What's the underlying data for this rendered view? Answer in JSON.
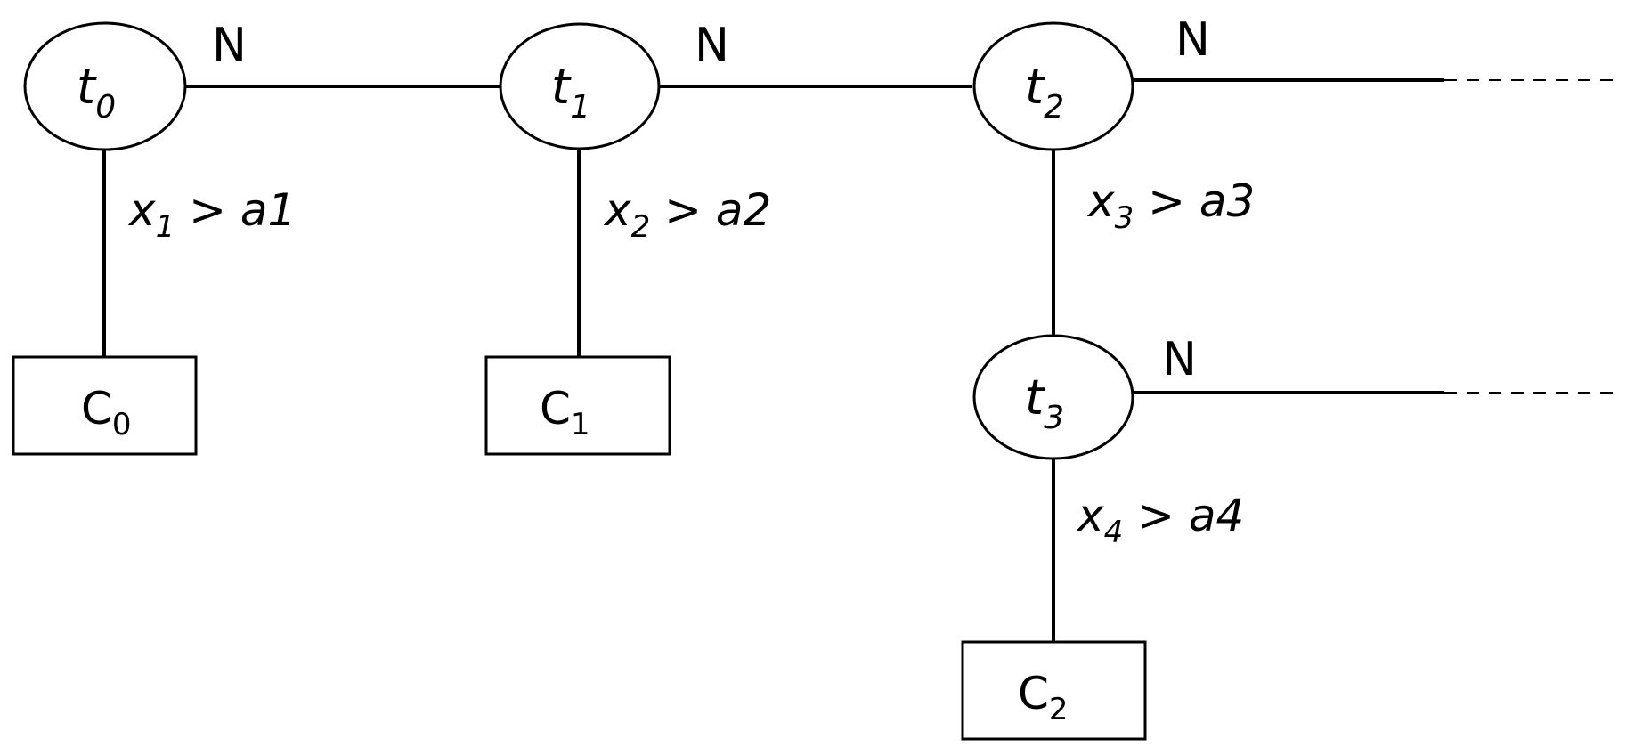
{
  "nodes": [
    {
      "id": "t0",
      "main": "t",
      "sub": "0"
    },
    {
      "id": "t1",
      "main": "t",
      "sub": "1"
    },
    {
      "id": "t2",
      "main": "t",
      "sub": "2"
    },
    {
      "id": "t3",
      "main": "t",
      "sub": "3"
    }
  ],
  "leaves": [
    {
      "id": "C0",
      "main": "C",
      "sub": "0"
    },
    {
      "id": "C1",
      "main": "C",
      "sub": "1"
    },
    {
      "id": "C2",
      "main": "C",
      "sub": "2"
    }
  ],
  "edge_labels": {
    "t0_t1": "N",
    "t1_t2": "N",
    "t2_out": "N",
    "t3_out": "N"
  },
  "conditions": [
    {
      "id": "c1",
      "var": "x",
      "sub": "1",
      "rest": " > a1"
    },
    {
      "id": "c2",
      "var": "x",
      "sub": "2",
      "rest": " > a2"
    },
    {
      "id": "c3",
      "var": "x",
      "sub": "3",
      "rest": " > a3"
    },
    {
      "id": "c4",
      "var": "x",
      "sub": "4",
      "rest": " > a4"
    }
  ]
}
